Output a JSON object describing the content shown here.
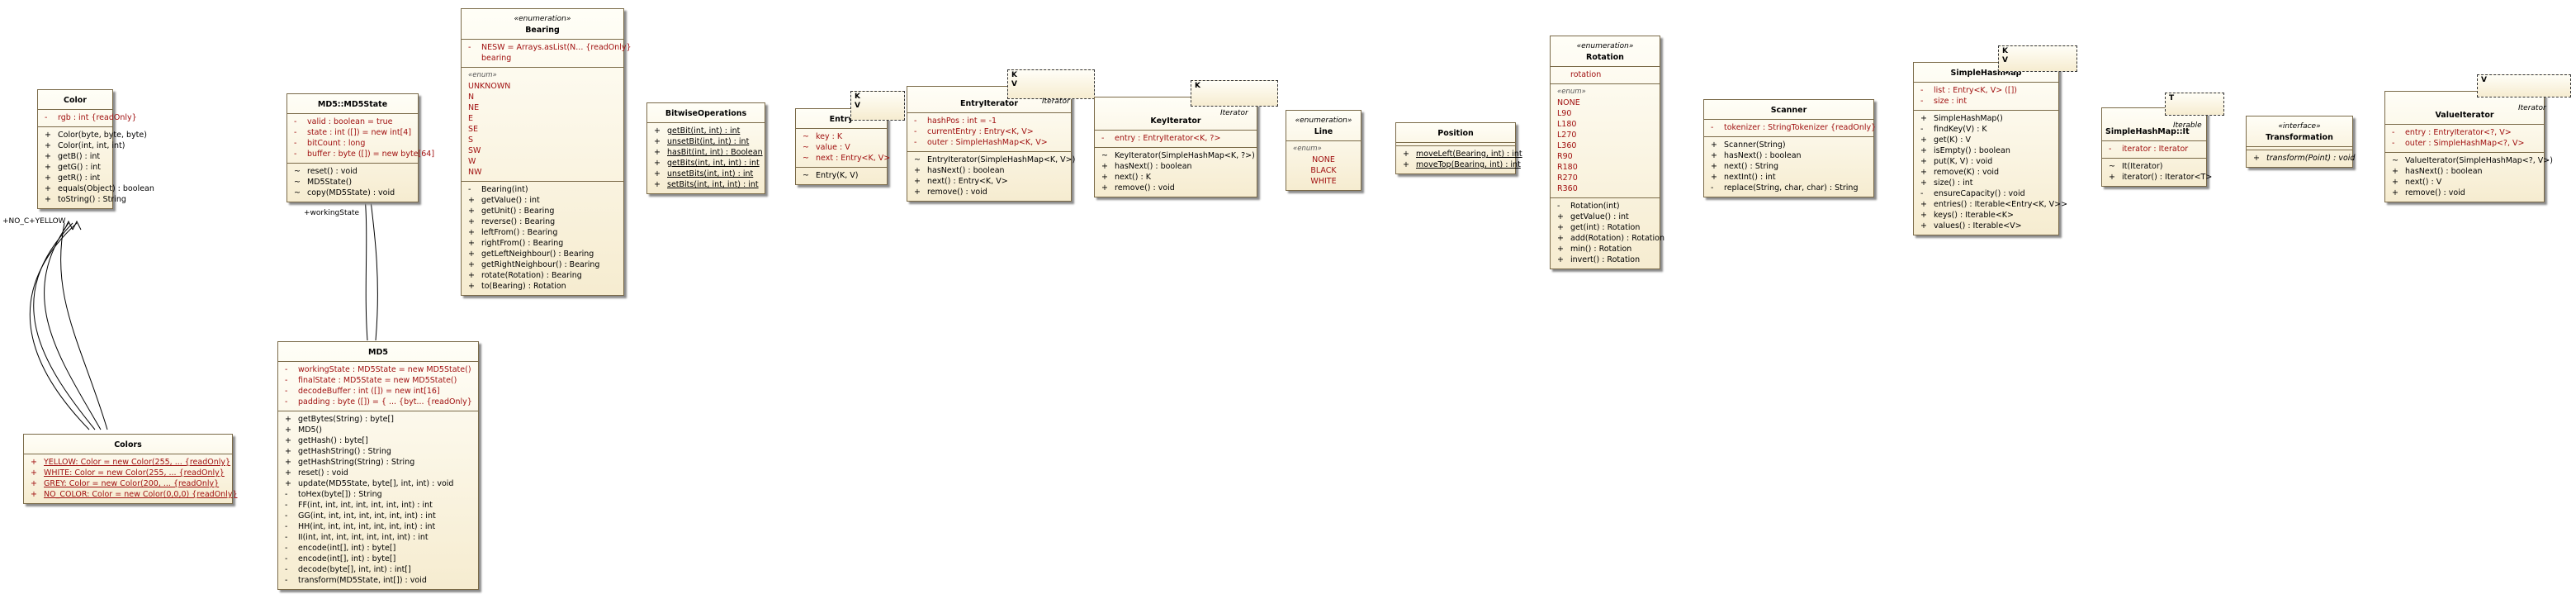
{
  "classes": {
    "color": {
      "name": "Color",
      "attributes": [
        {
          "vis": "-",
          "text": "rgb : int {readOnly}"
        }
      ],
      "operations": [
        {
          "vis": "+",
          "text": "Color(byte, byte, byte)"
        },
        {
          "vis": "+",
          "text": "Color(int, int, int)"
        },
        {
          "vis": "+",
          "text": "getB() : int"
        },
        {
          "vis": "+",
          "text": "getG() : int"
        },
        {
          "vis": "+",
          "text": "getR() : int"
        },
        {
          "vis": "+",
          "text": "equals(Object) : boolean"
        },
        {
          "vis": "+",
          "text": "toString() : String"
        }
      ]
    },
    "colors": {
      "name": "Colors",
      "attributes": [
        {
          "vis": "+",
          "text": "YELLOW:  Color = new Color(255, ... {readOnly}"
        },
        {
          "vis": "+",
          "text": "WHITE:  Color = new Color(255, ... {readOnly}"
        },
        {
          "vis": "+",
          "text": "GREY:  Color = new Color(200, ... {readOnly}"
        },
        {
          "vis": "+",
          "text": "NO_COLOR:  Color = new Color(0,0,0) {readOnly}"
        }
      ]
    },
    "md5state": {
      "name": "MD5::MD5State",
      "attributes": [
        {
          "vis": "-",
          "text": "valid :  boolean = true"
        },
        {
          "vis": "-",
          "text": "state :  int ([]) = new int[4]"
        },
        {
          "vis": "-",
          "text": "bitCount :  long"
        },
        {
          "vis": "-",
          "text": "buffer :  byte ([]) = new byte[64]"
        }
      ],
      "operations": [
        {
          "vis": "~",
          "text": "reset() : void"
        },
        {
          "vis": "~",
          "text": "MD5State()"
        },
        {
          "vis": "~",
          "text": "copy(MD5State) : void"
        }
      ]
    },
    "md5": {
      "name": "MD5",
      "attributes": [
        {
          "vis": "-",
          "text": "workingState :  MD5State = new MD5State()"
        },
        {
          "vis": "-",
          "text": "finalState :  MD5State = new MD5State()"
        },
        {
          "vis": "-",
          "text": "decodeBuffer :  int ([]) = new int[16]"
        },
        {
          "vis": "-",
          "text": "padding :  byte ([]) = {   ... {byt... {readOnly}"
        }
      ],
      "operations": [
        {
          "vis": "+",
          "text": "getBytes(String) : byte[]"
        },
        {
          "vis": "+",
          "text": "MD5()"
        },
        {
          "vis": "+",
          "text": "getHash() : byte[]"
        },
        {
          "vis": "+",
          "text": "getHashString() : String"
        },
        {
          "vis": "+",
          "text": "getHashString(String) : String"
        },
        {
          "vis": "+",
          "text": "reset() : void"
        },
        {
          "vis": "+",
          "text": "update(MD5State, byte[], int, int) : void"
        },
        {
          "vis": "-",
          "text": "toHex(byte[]) : String"
        },
        {
          "vis": "-",
          "text": "FF(int, int, int, int, int, int, int) : int"
        },
        {
          "vis": "-",
          "text": "GG(int, int, int, int, int, int, int) : int"
        },
        {
          "vis": "-",
          "text": "HH(int, int, int, int, int, int, int) : int"
        },
        {
          "vis": "-",
          "text": "II(int, int, int, int, int, int, int) : int"
        },
        {
          "vis": "-",
          "text": "encode(int[], int) : byte[]"
        },
        {
          "vis": "-",
          "text": "encode(int[], int) : byte[]"
        },
        {
          "vis": "-",
          "text": "decode(byte[], int, int) : int[]"
        },
        {
          "vis": "-",
          "text": "transform(MD5State, int[]) : void"
        }
      ]
    },
    "bearing": {
      "stereotype": "«enumeration»",
      "name": "Bearing",
      "attributes": [
        {
          "vis": "-",
          "text": "NESW = Arrays.asList(N... {readOnly}"
        },
        {
          "vis": "",
          "text": "bearing"
        }
      ],
      "enum_label": "«enum»",
      "literals": [
        "UNKNOWN",
        "N",
        "NE",
        "E",
        "SE",
        "S",
        "SW",
        "W",
        "NW"
      ],
      "operations": [
        {
          "vis": "-",
          "text": "Bearing(int)"
        },
        {
          "vis": "+",
          "text": "getValue() : int"
        },
        {
          "vis": "+",
          "text": "getUnit() : Bearing"
        },
        {
          "vis": "+",
          "text": "reverse() : Bearing"
        },
        {
          "vis": "+",
          "text": "leftFrom() : Bearing"
        },
        {
          "vis": "+",
          "text": "rightFrom() : Bearing"
        },
        {
          "vis": "+",
          "text": "getLeftNeighbour() : Bearing"
        },
        {
          "vis": "+",
          "text": "getRightNeighbour() : Bearing"
        },
        {
          "vis": "+",
          "text": "rotate(Rotation) : Bearing"
        },
        {
          "vis": "+",
          "text": "to(Bearing) : Rotation"
        }
      ]
    },
    "bitwise": {
      "name": "BitwiseOperations",
      "operations": [
        {
          "vis": "+",
          "text": "getBit(int, int) : int"
        },
        {
          "vis": "+",
          "text": "unsetBit(int, int) : int"
        },
        {
          "vis": "+",
          "text": "hasBit(int, int) : Boolean"
        },
        {
          "vis": "+",
          "text": "getBits(int, int, int) : int"
        },
        {
          "vis": "+",
          "text": "unsetBits(int, int) : int"
        },
        {
          "vis": "+",
          "text": "setBits(int, int, int) : int"
        }
      ]
    },
    "entry": {
      "name": "Entry",
      "template": [
        "K",
        "V"
      ],
      "attributes": [
        {
          "vis": "~",
          "text": "key :  K"
        },
        {
          "vis": "~",
          "text": "value :  V"
        },
        {
          "vis": "~",
          "text": "next :  Entry<K, V>"
        }
      ],
      "operations": [
        {
          "vis": "~",
          "text": "Entry(K, V)"
        }
      ]
    },
    "entryiterator": {
      "name": "EntryIterator",
      "template": [
        "K",
        "V"
      ],
      "iface": "Iterator",
      "attributes": [
        {
          "vis": "-",
          "text": "hashPos :  int = -1"
        },
        {
          "vis": "-",
          "text": "currentEntry :  Entry<K, V>"
        },
        {
          "vis": "-",
          "text": "outer :  SimpleHashMap<K, V>"
        }
      ],
      "operations": [
        {
          "vis": "~",
          "text": "EntryIterator(SimpleHashMap<K, V>)"
        },
        {
          "vis": "+",
          "text": "hasNext() : boolean"
        },
        {
          "vis": "+",
          "text": "next() : Entry<K, V>"
        },
        {
          "vis": "+",
          "text": "remove() : void"
        }
      ]
    },
    "keyiterator": {
      "name": "KeyIterator",
      "template": [
        "K"
      ],
      "iface": "Iterator",
      "attributes": [
        {
          "vis": "-",
          "text": "entry :  EntryIterator<K, ?>"
        }
      ],
      "operations": [
        {
          "vis": "~",
          "text": "KeyIterator(SimpleHashMap<K, ?>)"
        },
        {
          "vis": "+",
          "text": "hasNext() : boolean"
        },
        {
          "vis": "+",
          "text": "next() :  K"
        },
        {
          "vis": "+",
          "text": "remove() : void"
        }
      ]
    },
    "line": {
      "stereotype": "«enumeration»",
      "name": "Line",
      "enum_label": "«enum»",
      "literals": [
        "NONE",
        "BLACK",
        "WHITE"
      ]
    },
    "position": {
      "name": "Position",
      "operations": [
        {
          "vis": "+",
          "text": "moveLeft(Bearing, int) : int"
        },
        {
          "vis": "+",
          "text": "moveTop(Bearing, int) : int"
        }
      ]
    },
    "rotation": {
      "stereotype": "«enumeration»",
      "name": "Rotation",
      "attributes": [
        {
          "vis": "",
          "text": "rotation"
        }
      ],
      "enum_label": "«enum»",
      "literals": [
        "NONE",
        "L90",
        "L180",
        "L270",
        "L360",
        "R90",
        "R180",
        "R270",
        "R360"
      ],
      "operations": [
        {
          "vis": "-",
          "text": "Rotation(int)"
        },
        {
          "vis": "+",
          "text": "getValue() : int"
        },
        {
          "vis": "+",
          "text": "get(int) : Rotation"
        },
        {
          "vis": "+",
          "text": "add(Rotation) : Rotation"
        },
        {
          "vis": "+",
          "text": "min() : Rotation"
        },
        {
          "vis": "+",
          "text": "invert() : Rotation"
        }
      ]
    },
    "scanner": {
      "name": "Scanner",
      "attributes": [
        {
          "vis": "-",
          "text": "tokenizer :  StringTokenizer {readOnly}"
        }
      ],
      "operations": [
        {
          "vis": "+",
          "text": "Scanner(String)"
        },
        {
          "vis": "+",
          "text": "hasNext() : boolean"
        },
        {
          "vis": "+",
          "text": "next() : String"
        },
        {
          "vis": "+",
          "text": "nextInt() : int"
        },
        {
          "vis": "-",
          "text": "replace(String, char, char) : String"
        }
      ]
    },
    "simplehashmap": {
      "name": "SimpleHashMap",
      "template": [
        "K",
        "V"
      ],
      "attributes": [
        {
          "vis": "-",
          "text": "list :  Entry<K, V> ([])"
        },
        {
          "vis": "-",
          "text": "size :  int"
        }
      ],
      "operations": [
        {
          "vis": "+",
          "text": "SimpleHashMap()"
        },
        {
          "vis": "-",
          "text": "findKey(V) :  K"
        },
        {
          "vis": "+",
          "text": "get(K) :  V"
        },
        {
          "vis": "+",
          "text": "isEmpty() : boolean"
        },
        {
          "vis": "+",
          "text": "put(K, V) : void"
        },
        {
          "vis": "+",
          "text": "remove(K) : void"
        },
        {
          "vis": "+",
          "text": "size() : int"
        },
        {
          "vis": "-",
          "text": "ensureCapacity() : void"
        },
        {
          "vis": "+",
          "text": "entries() : Iterable<Entry<K, V>>"
        },
        {
          "vis": "+",
          "text": "keys() : Iterable<K>"
        },
        {
          "vis": "+",
          "text": "values() : Iterable<V>"
        }
      ]
    },
    "simplehashmapit": {
      "name": "SimpleHashMap::It",
      "template": [
        "T"
      ],
      "iface": "Iterable",
      "attributes": [
        {
          "vis": "-",
          "text": "iterator :  Iterator"
        }
      ],
      "operations": [
        {
          "vis": "~",
          "text": "It(Iterator)"
        },
        {
          "vis": "+",
          "text": "iterator() : Iterator<T>"
        }
      ]
    },
    "transformation": {
      "stereotype": "«interface»",
      "name": "Transformation",
      "operations": [
        {
          "vis": "+",
          "text": "transform(Point) : void"
        }
      ]
    },
    "valueiterator": {
      "name": "ValueIterator",
      "template": [
        "V"
      ],
      "iface": "Iterator",
      "attributes": [
        {
          "vis": "-",
          "text": "entry :  EntryIterator<?, V>"
        },
        {
          "vis": "-",
          "text": "outer :  SimpleHashMap<?, V>"
        }
      ],
      "operations": [
        {
          "vis": "~",
          "text": "ValueIterator(SimpleHashMap<?, V>)"
        },
        {
          "vis": "+",
          "text": "hasNext() : boolean"
        },
        {
          "vis": "+",
          "text": "next() :  V"
        },
        {
          "vis": "+",
          "text": "remove() : void"
        }
      ]
    }
  },
  "connector_labels": {
    "no_color_yellow": "+NO_C+YELLOW",
    "working_state": "+workingState"
  },
  "colors": {
    "fill_top": "#fffef7",
    "fill_bottom": "#f6ecd0",
    "border": "#7a6a48",
    "attribute_text": "#a01010"
  }
}
